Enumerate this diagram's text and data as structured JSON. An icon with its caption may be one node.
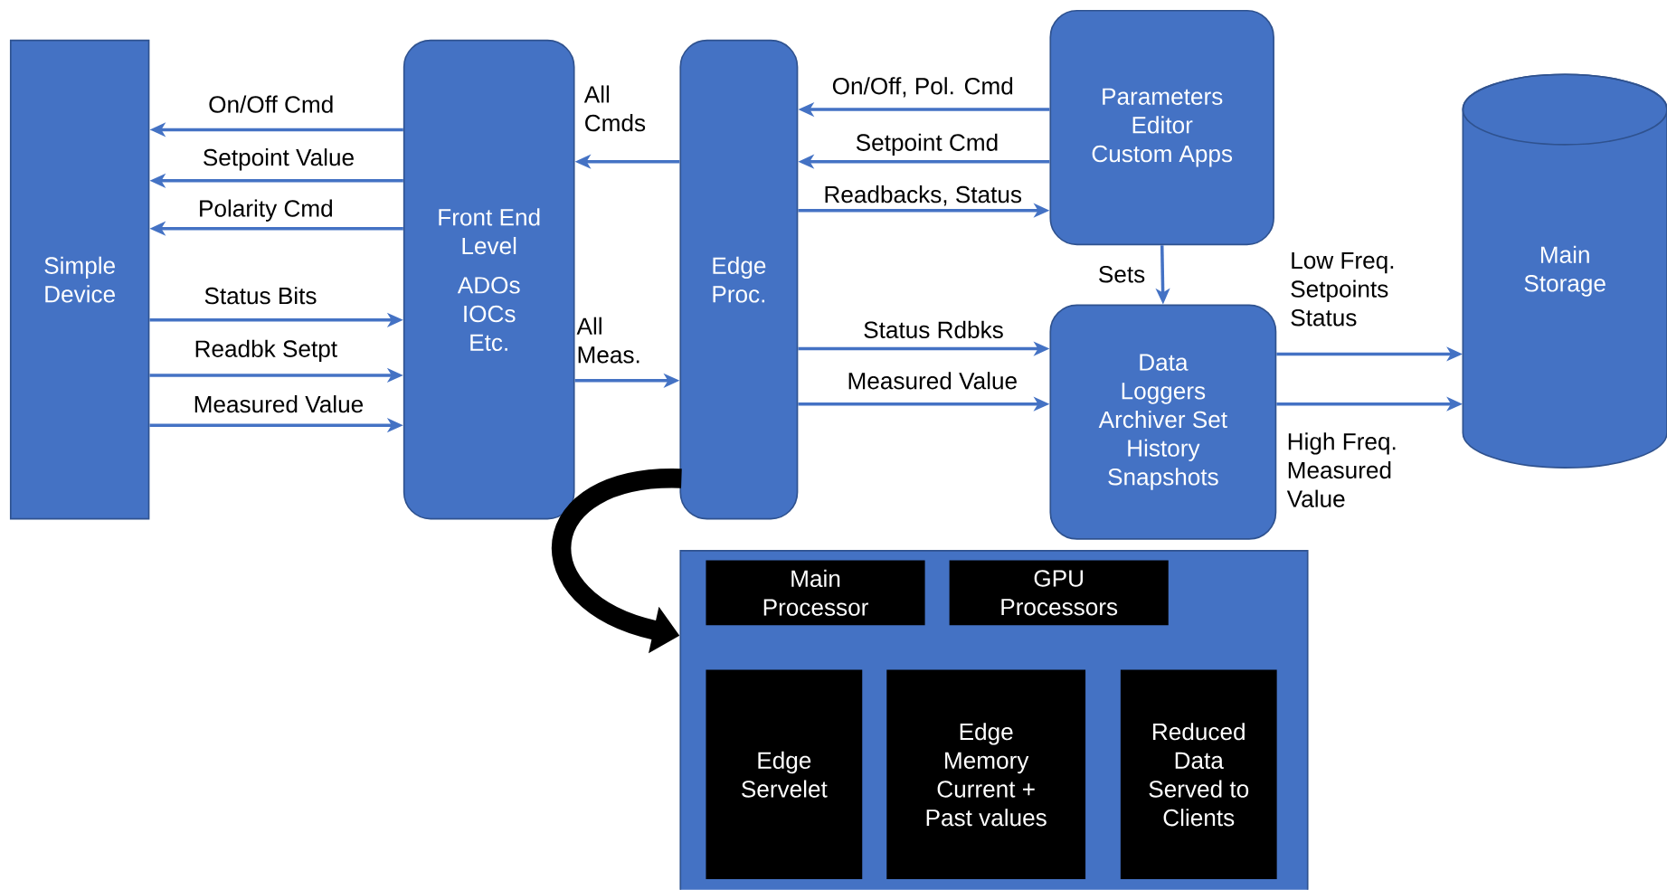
{
  "diagram": {
    "nodes": [
      {
        "text": [
          "Simple Device"
        ]
      },
      {
        "text": [
          "Front End Level",
          "ADOs IOCs Etc."
        ]
      },
      {
        "text": [
          "Edge Proc."
        ]
      },
      {
        "text": [
          "Parameters Editor Custom Apps"
        ]
      },
      {
        "text": [
          "Data Loggers Archiver Set History Snapshots"
        ]
      },
      {
        "text": [
          "Main Storage"
        ]
      },
      {
        "text": [],
        "shape": "box"
      },
      {
        "text": [
          "Main Processor"
        ],
        "in": 6
      },
      {
        "text": [
          "GPU Processors"
        ],
        "in": 6
      },
      {
        "text": [
          "Edge Servelet"
        ],
        "in": 6
      },
      {
        "text": [
          "Edge Memory Current + Past values"
        ],
        "in": 6
      },
      {
        "text": [
          "Reduced Data Served to Clients"
        ],
        "in": 6
      }
    ],
    "edges": [
      {
        "from": 1,
        "to": 0,
        "arrow": "to",
        "label": "On/Off Cmd"
      },
      {
        "from": 1,
        "to": 0,
        "arrow": "to",
        "label": "Setpoint Value"
      },
      {
        "from": 1,
        "to": 0,
        "arrow": "to",
        "label": "Polarity Cmd"
      },
      {
        "from": 0,
        "to": 1,
        "arrow": "to",
        "label": "Status Bits"
      },
      {
        "from": 0,
        "to": 1,
        "arrow": "to",
        "label": "Readbk Setpt"
      },
      {
        "from": 0,
        "to": 1,
        "arrow": "to",
        "label": "Measured Value"
      },
      {
        "from": 2,
        "to": 1,
        "arrow": "to",
        "label": "All Cmds"
      },
      {
        "from": 1,
        "to": 2,
        "arrow": "to",
        "label": "All Meas."
      },
      {
        "from": 3,
        "to": 2,
        "arrow": "to",
        "label": "On/Off, Pol. Cmd"
      },
      {
        "from": 3,
        "to": 2,
        "arrow": "to",
        "label": "Setpoint Cmd"
      },
      {
        "from": 2,
        "to": 3,
        "arrow": "to",
        "label": "Readbacks, Status"
      },
      {
        "from": 3,
        "to": 4,
        "arrow": "to",
        "label": "Sets"
      },
      {
        "from": 2,
        "to": 4,
        "arrow": "to",
        "label": "Status Rdbks"
      },
      {
        "from": 2,
        "to": 4,
        "arrow": "to",
        "label": "Measured Value"
      },
      {
        "from": 4,
        "to": 5,
        "arrow": "to",
        "label": "Low Freq. Setpoints Status"
      },
      {
        "from": 4,
        "to": 5,
        "arrow": "to",
        "label": "High Freq. Measured Value"
      },
      {
        "from": 2,
        "to": 6,
        "arrow": "to",
        "style": "thick",
        "color": "#000000"
      }
    ]
  }
}
